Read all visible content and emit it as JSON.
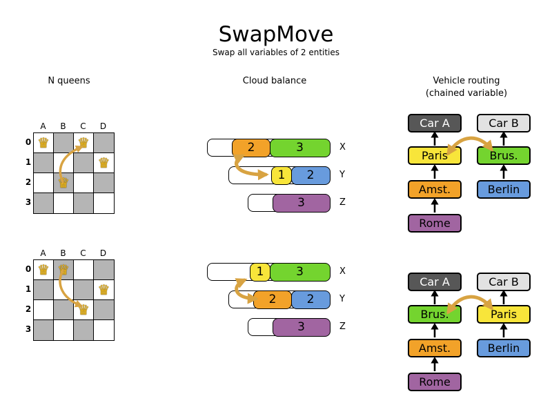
{
  "title": "SwapMove",
  "subtitle": "Swap all variables of 2 entities",
  "headers": {
    "nqueens": "N queens",
    "cloud": "Cloud balance",
    "vehicle_line1": "Vehicle routing",
    "vehicle_line2": "(chained variable)"
  },
  "icons": {
    "queen_icon": "♛",
    "up_arrow_icon": "↑ (black up arrow between chain boxes)",
    "swap_arrow_icon": "tan curved double-headed swap arrow"
  },
  "colors": {
    "orange": "#f2a229",
    "green": "#74d42f",
    "yellow": "#f8e53a",
    "blue": "#689bdd",
    "purple": "#a165a1",
    "car_a_dark_gray": "#575757",
    "car_b_light_gray": "#e2e2e2",
    "board_gray": "#b5b5b5",
    "swap_arrow_tan": "#d8a342",
    "queen_gold": "#edb91f"
  },
  "nqueens": {
    "col_labels": [
      "A",
      "B",
      "C",
      "D"
    ],
    "row_labels": [
      "0",
      "1",
      "2",
      "3"
    ],
    "before": {
      "queens": [
        "A0",
        "C0",
        "D1",
        "B2"
      ]
    },
    "after": {
      "queens": [
        "A0",
        "B0",
        "D1",
        "C2"
      ]
    }
  },
  "cloud": {
    "row_labels": [
      "X",
      "Y",
      "Z"
    ],
    "before": {
      "X": [
        "2",
        "3"
      ],
      "Y": [
        "1",
        "2"
      ],
      "Z": [
        "3"
      ]
    },
    "after": {
      "X": [
        "1",
        "3"
      ],
      "Y": [
        "2",
        "2"
      ],
      "Z": [
        "3"
      ]
    }
  },
  "vehicle": {
    "before": {
      "chain_a": [
        "Car A",
        "Paris",
        "Amst.",
        "Rome"
      ],
      "chain_b": [
        "Car B",
        "Brus.",
        "Berlin"
      ]
    },
    "after": {
      "chain_a": [
        "Car A",
        "Brus.",
        "Amst.",
        "Rome"
      ],
      "chain_b": [
        "Car B",
        "Paris",
        "Berlin"
      ]
    }
  }
}
